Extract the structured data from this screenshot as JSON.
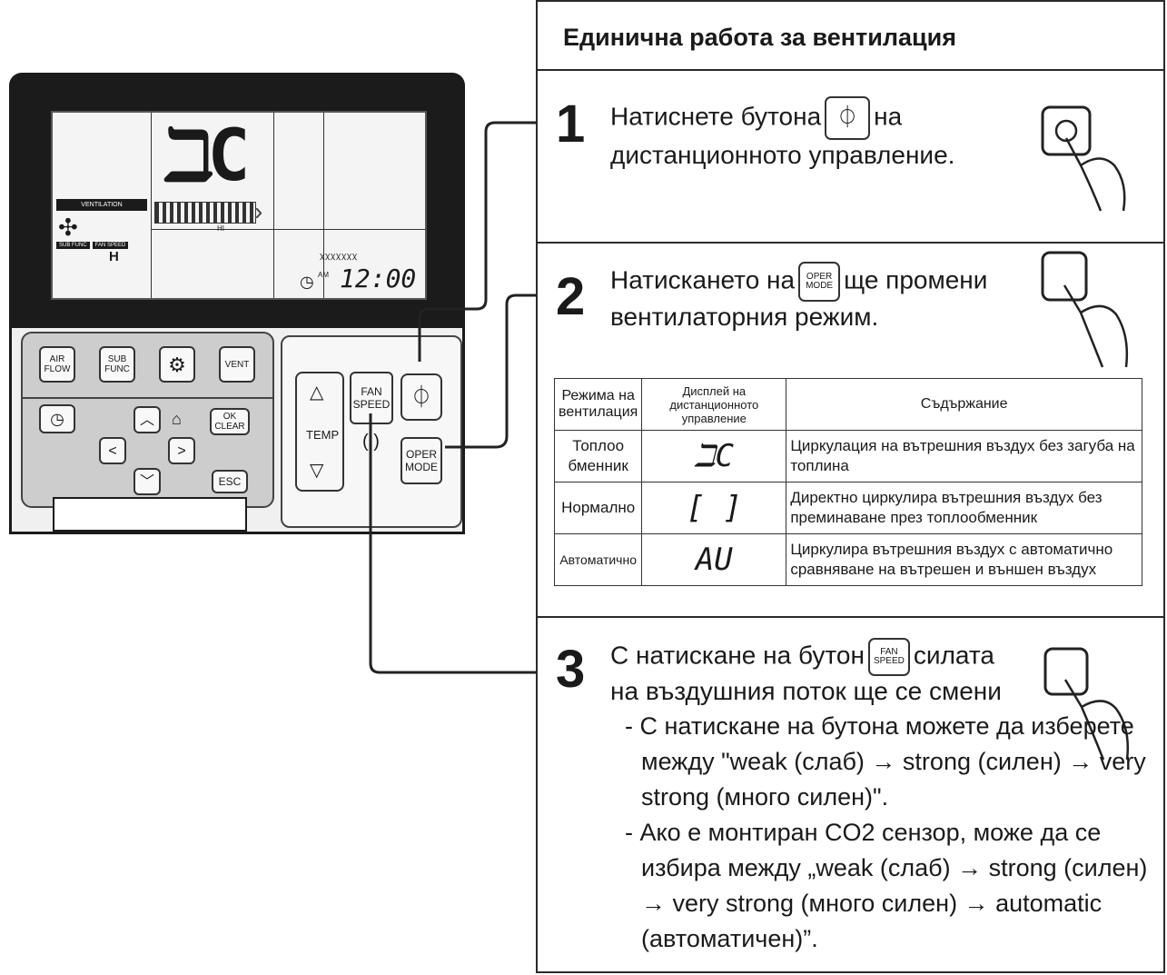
{
  "remote": {
    "lcd": {
      "ventilation_label": "VENTILATION",
      "sub_func_label": "SUB FUNC",
      "fan_speed_label": "FAN SPEED",
      "fan_level": "H",
      "mode_display": "ℶC",
      "small_level": "HI",
      "time_am": "AM",
      "time": "12:00"
    },
    "buttons": {
      "air_flow": "AIR FLOW",
      "sub_func": "SUB FUNC",
      "vent": "VENT",
      "ok_clear": "OK CLEAR",
      "esc": "ESC",
      "temp": "TEMP",
      "fan_speed": "FAN SPEED",
      "oper_mode": "OPER MODE"
    }
  },
  "panel": {
    "title": "Единична работа за вентилация",
    "step1": {
      "num": "1",
      "text_a": "Натиснете бутона",
      "text_b": "на",
      "text_c": "дистанционното управление."
    },
    "step2": {
      "num": "2",
      "text_a": "Натискането на",
      "text_b": "ще промени",
      "text_c": "вентилаторния режим."
    },
    "table": {
      "headers": [
        "Режима на вентилация",
        "Дисплей на дистанционното управление",
        "Съдържание"
      ],
      "rows": [
        {
          "mode": "Топлоо бменник",
          "display": "ℶC",
          "content": "Циркулация на вътрешния въздух без загуба на топлина"
        },
        {
          "mode": "Нормално",
          "display": "[ ]",
          "content": "Директно циркулира вътрешния въздух без преминаване през топлообменник"
        },
        {
          "mode": "Автоматично",
          "display": "AU",
          "content": "Циркулира вътрешния въздух с автоматично сравняване на вътрешен и външен въздух"
        }
      ]
    },
    "step3": {
      "num": "3",
      "text_a": "С натискане на бутон",
      "text_b": "силата",
      "text_c": "на въздушния поток ще се смени",
      "bullet1": "- С натискане на бутона можете да изберете между \"weak (слаб) → strong (силен) → very strong (много силен)\".",
      "bullet2": "- Ако е монтиран CO2 сензор, може да се избира между „weak (слаб) → strong (силен) → very strong (много силен) → automatic (автоматичен)”."
    }
  }
}
